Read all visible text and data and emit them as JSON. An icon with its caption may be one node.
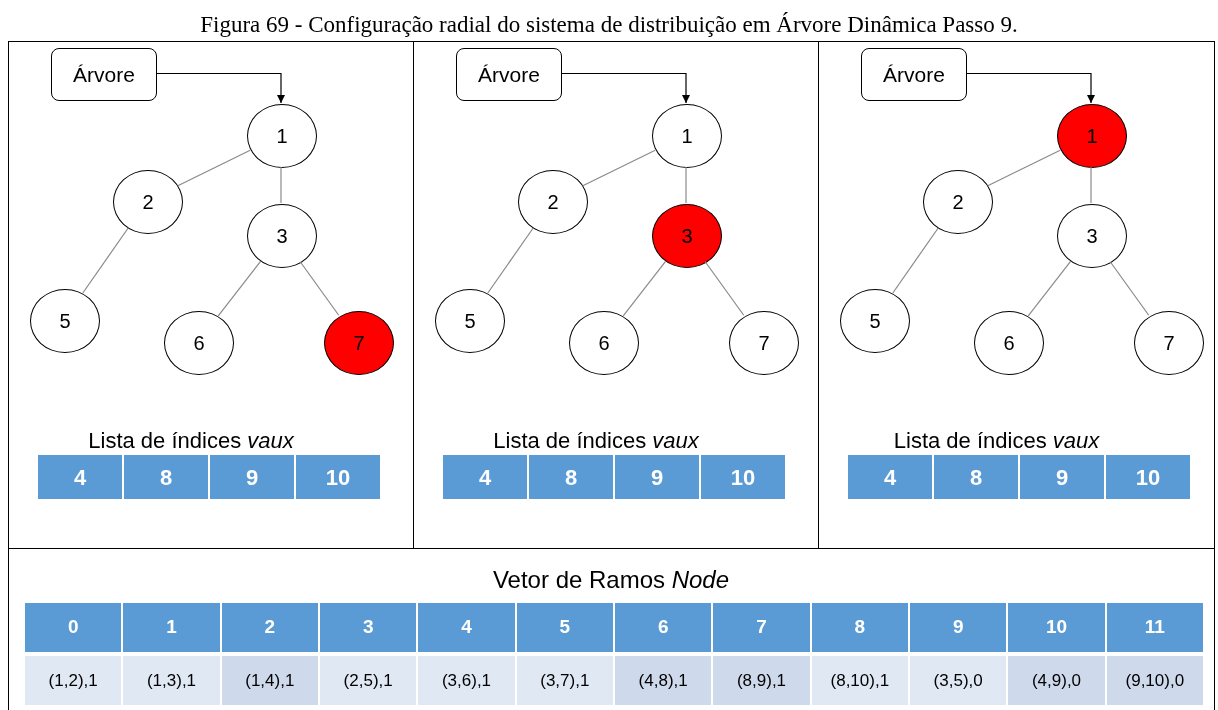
{
  "diagram": {
    "title": "Figura 69 - Configuração radial do sistema de distribuição em Árvore Dinâmica Passo 9.",
    "nodes": [
      {
        "text": [],
        "shape": "box"
      },
      {
        "text": [
          "Árvore"
        ],
        "in": 0
      },
      {
        "text": [
          "1"
        ],
        "in": 0
      },
      {
        "text": [
          "2"
        ],
        "in": 0
      },
      {
        "text": [
          "3"
        ],
        "in": 0
      },
      {
        "text": [
          "5"
        ],
        "in": 0
      },
      {
        "text": [
          "6"
        ],
        "in": 0
      },
      {
        "text": [
          "7"
        ],
        "in": 0
      },
      {
        "text": [],
        "shape": "box"
      },
      {
        "text": [
          "Árvore"
        ],
        "in": 8
      },
      {
        "text": [
          "1"
        ],
        "in": 8
      },
      {
        "text": [
          "2"
        ],
        "in": 8
      },
      {
        "text": [
          "3"
        ],
        "in": 8
      },
      {
        "text": [
          "5"
        ],
        "in": 8
      },
      {
        "text": [
          "6"
        ],
        "in": 8
      },
      {
        "text": [
          "7"
        ],
        "in": 8
      },
      {
        "text": [],
        "shape": "box"
      },
      {
        "text": [
          "Árvore"
        ],
        "in": 16
      },
      {
        "text": [
          "1"
        ],
        "in": 16
      },
      {
        "text": [
          "2"
        ],
        "in": 16
      },
      {
        "text": [
          "3"
        ],
        "in": 16
      },
      {
        "text": [
          "5"
        ],
        "in": 16
      },
      {
        "text": [
          "6"
        ],
        "in": 16
      },
      {
        "text": [
          "7"
        ],
        "in": 16
      }
    ],
    "edges": [
      {
        "from": 1,
        "to": 2,
        "arrow": "to",
        "color": "#000000"
      },
      {
        "from": 2,
        "to": 3,
        "arrow": "none"
      },
      {
        "from": 2,
        "to": 4,
        "arrow": "none"
      },
      {
        "from": 3,
        "to": 5,
        "arrow": "none"
      },
      {
        "from": 4,
        "to": 6,
        "arrow": "none"
      },
      {
        "from": 4,
        "to": 7,
        "arrow": "none"
      },
      {
        "from": 9,
        "to": 10,
        "arrow": "to",
        "color": "#000000"
      },
      {
        "from": 10,
        "to": 11,
        "arrow": "none"
      },
      {
        "from": 10,
        "to": 12,
        "arrow": "none"
      },
      {
        "from": 11,
        "to": 13,
        "arrow": "none"
      },
      {
        "from": 12,
        "to": 14,
        "arrow": "none"
      },
      {
        "from": 12,
        "to": 15,
        "arrow": "none"
      },
      {
        "from": 17,
        "to": 18,
        "arrow": "to",
        "color": "#000000"
      },
      {
        "from": 18,
        "to": 19,
        "arrow": "none"
      },
      {
        "from": 18,
        "to": 20,
        "arrow": "none"
      },
      {
        "from": 19,
        "to": 21,
        "arrow": "none"
      },
      {
        "from": 20,
        "to": 22,
        "arrow": "none"
      },
      {
        "from": 20,
        "to": 23,
        "arrow": "none"
      }
    ],
    "labels": [
      "Lista de índices *vaux*",
      "4",
      "8",
      "9",
      "10",
      "Lista de índices *vaux*",
      "4",
      "8",
      "9",
      "10",
      "Lista de índices *vaux*",
      "4",
      "8",
      "9",
      "10",
      "Vetor de Ramos *Node*",
      "0",
      "1",
      "2",
      "3",
      "4",
      "5",
      "6",
      "7",
      "8",
      "9",
      "10",
      "11",
      "(1,2),1",
      "(1,3),1",
      "(1,4),1",
      "(2,5),1",
      "(3,6),1",
      "(3,7),1",
      "(4,8),1",
      "(8,9),1",
      "(8,10),1",
      "(3,5),0",
      "(4,9),0",
      "(9,10),0"
    ]
  }
}
